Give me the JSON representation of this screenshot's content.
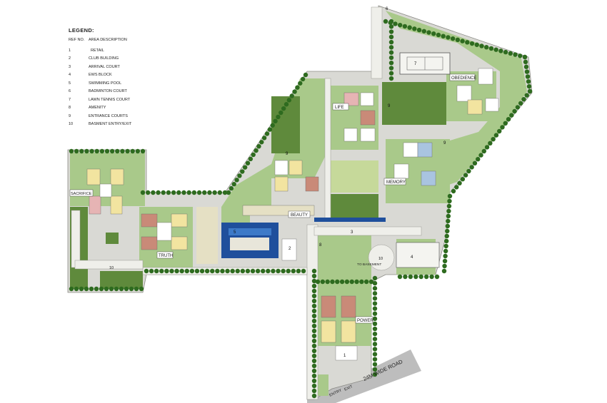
{
  "legend": {
    "title": "LEGEND:",
    "col_ref": "REF NO.",
    "col_desc": "AREA DESCRIPTION",
    "items": [
      {
        "no": "1",
        "desc": "RETAIL"
      },
      {
        "no": "2",
        "desc": "CLUB BUILDING"
      },
      {
        "no": "3",
        "desc": "ARRIVAL COURT"
      },
      {
        "no": "4",
        "desc": "EWS BLOCK"
      },
      {
        "no": "5",
        "desc": "SWIMMING POOL"
      },
      {
        "no": "6",
        "desc": "BADMINTON COURT"
      },
      {
        "no": "7",
        "desc": "LAWN TENNIS COURT"
      },
      {
        "no": "8",
        "desc": "AMENITY"
      },
      {
        "no": "9",
        "desc": "ENTRANCE COURTS"
      },
      {
        "no": "10",
        "desc": "BASMENT ENTRY/EXIT"
      }
    ]
  },
  "zones": {
    "life": "LIFE",
    "obedience": "OBEDIENCE",
    "memory": "MEMORY",
    "beauty": "BEAUTY",
    "truth": "TRUTH",
    "sacrifice": "SACRIFICE",
    "power": "POWER"
  },
  "labels": {
    "road": "24M WIDE ROAD",
    "entry": "ENTRY",
    "exit": "EXIT",
    "to_basement": "TO BASEMENT",
    "n1": "1",
    "n2": "2",
    "n3": "3",
    "n4": "4",
    "n5": "5",
    "n6": "6",
    "n7": "7",
    "n8": "8",
    "n9": "9",
    "n10": "10"
  },
  "colors": {
    "lawn": "#a9c98a",
    "lawn_dark": "#5f8a3c",
    "tree": "#2e6b1f",
    "paving": "#d9d9d4",
    "road": "#bdbdbd",
    "pool": "#1f4f9c",
    "unit_yellow": "#f2e4a0",
    "unit_red": "#c98a78",
    "unit_blue": "#a9c4e0",
    "unit_pink": "#e6b4b4"
  }
}
